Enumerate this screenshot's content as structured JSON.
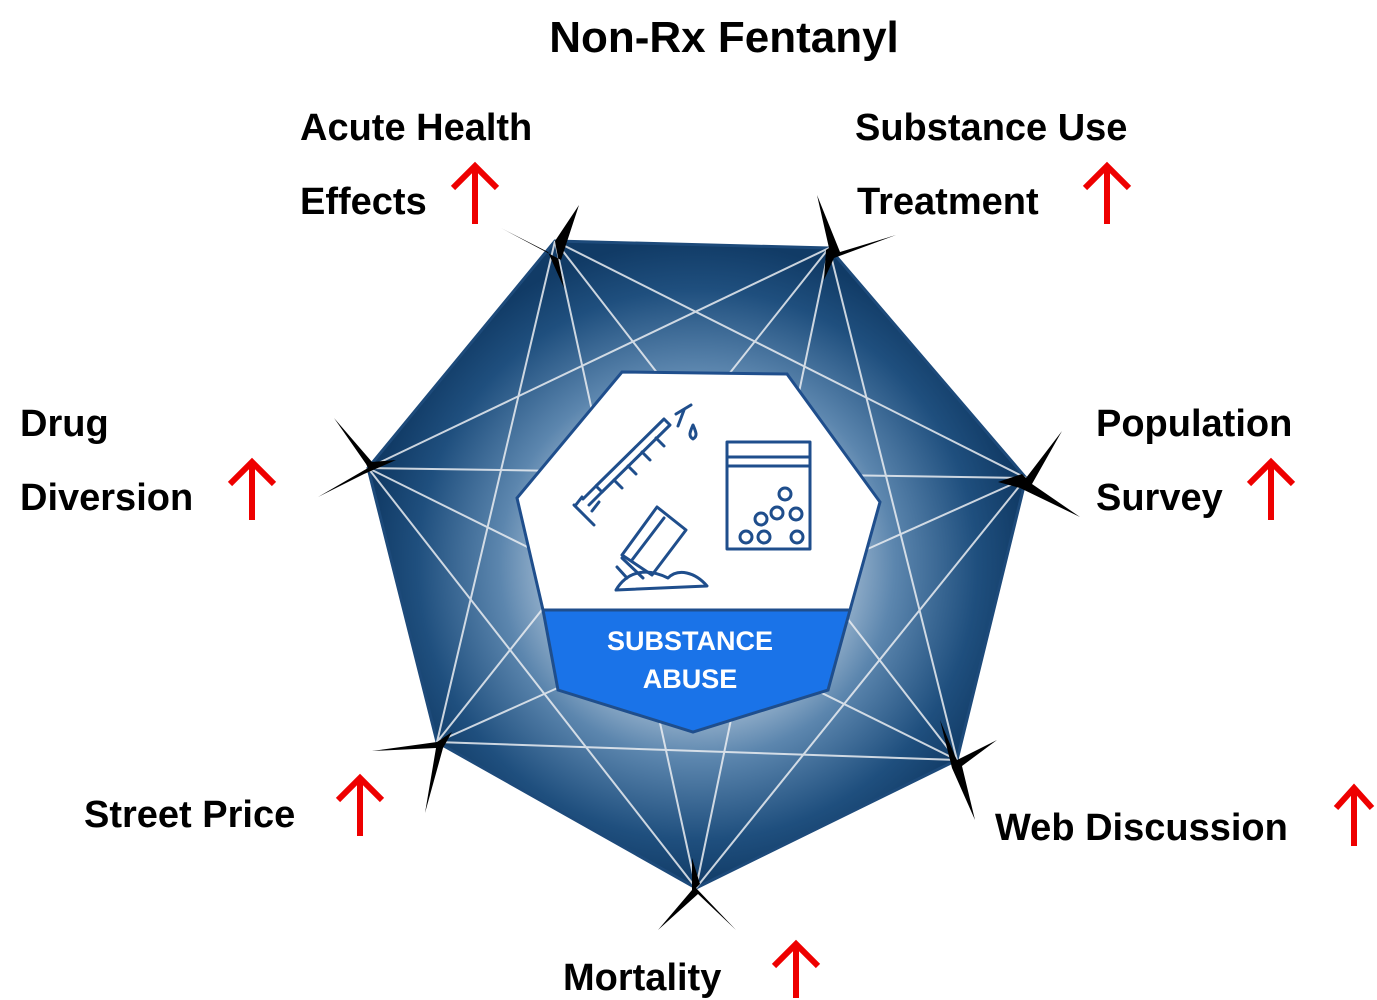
{
  "title": "Non-Rx Fentanyl",
  "center": {
    "icon": "substance-abuse-icon",
    "caption_line1": "SUBSTANCE",
    "caption_line2": "ABUSE"
  },
  "indicators": [
    {
      "id": "acute-health-effects",
      "line1": "Acute Health",
      "line2": "Effects",
      "trend": "up"
    },
    {
      "id": "substance-use-treatment",
      "line1": "Substance Use",
      "line2": "Treatment",
      "trend": "up"
    },
    {
      "id": "population-survey",
      "line1": "Population",
      "line2": "Survey",
      "trend": "up"
    },
    {
      "id": "web-discussion",
      "line1": "Web Discussion",
      "trend": "up"
    },
    {
      "id": "mortality",
      "line1": "Mortality",
      "trend": "up"
    },
    {
      "id": "street-price",
      "line1": "Street Price",
      "trend": "up"
    },
    {
      "id": "drug-diversion",
      "line1": "Drug",
      "line2": "Diversion",
      "trend": "up"
    }
  ],
  "colors": {
    "heptagon_dark": "#123f6e",
    "caption_blue": "#1a73e8",
    "icon_blue": "#1f4e8c",
    "arrow_red": "#ee0000"
  }
}
